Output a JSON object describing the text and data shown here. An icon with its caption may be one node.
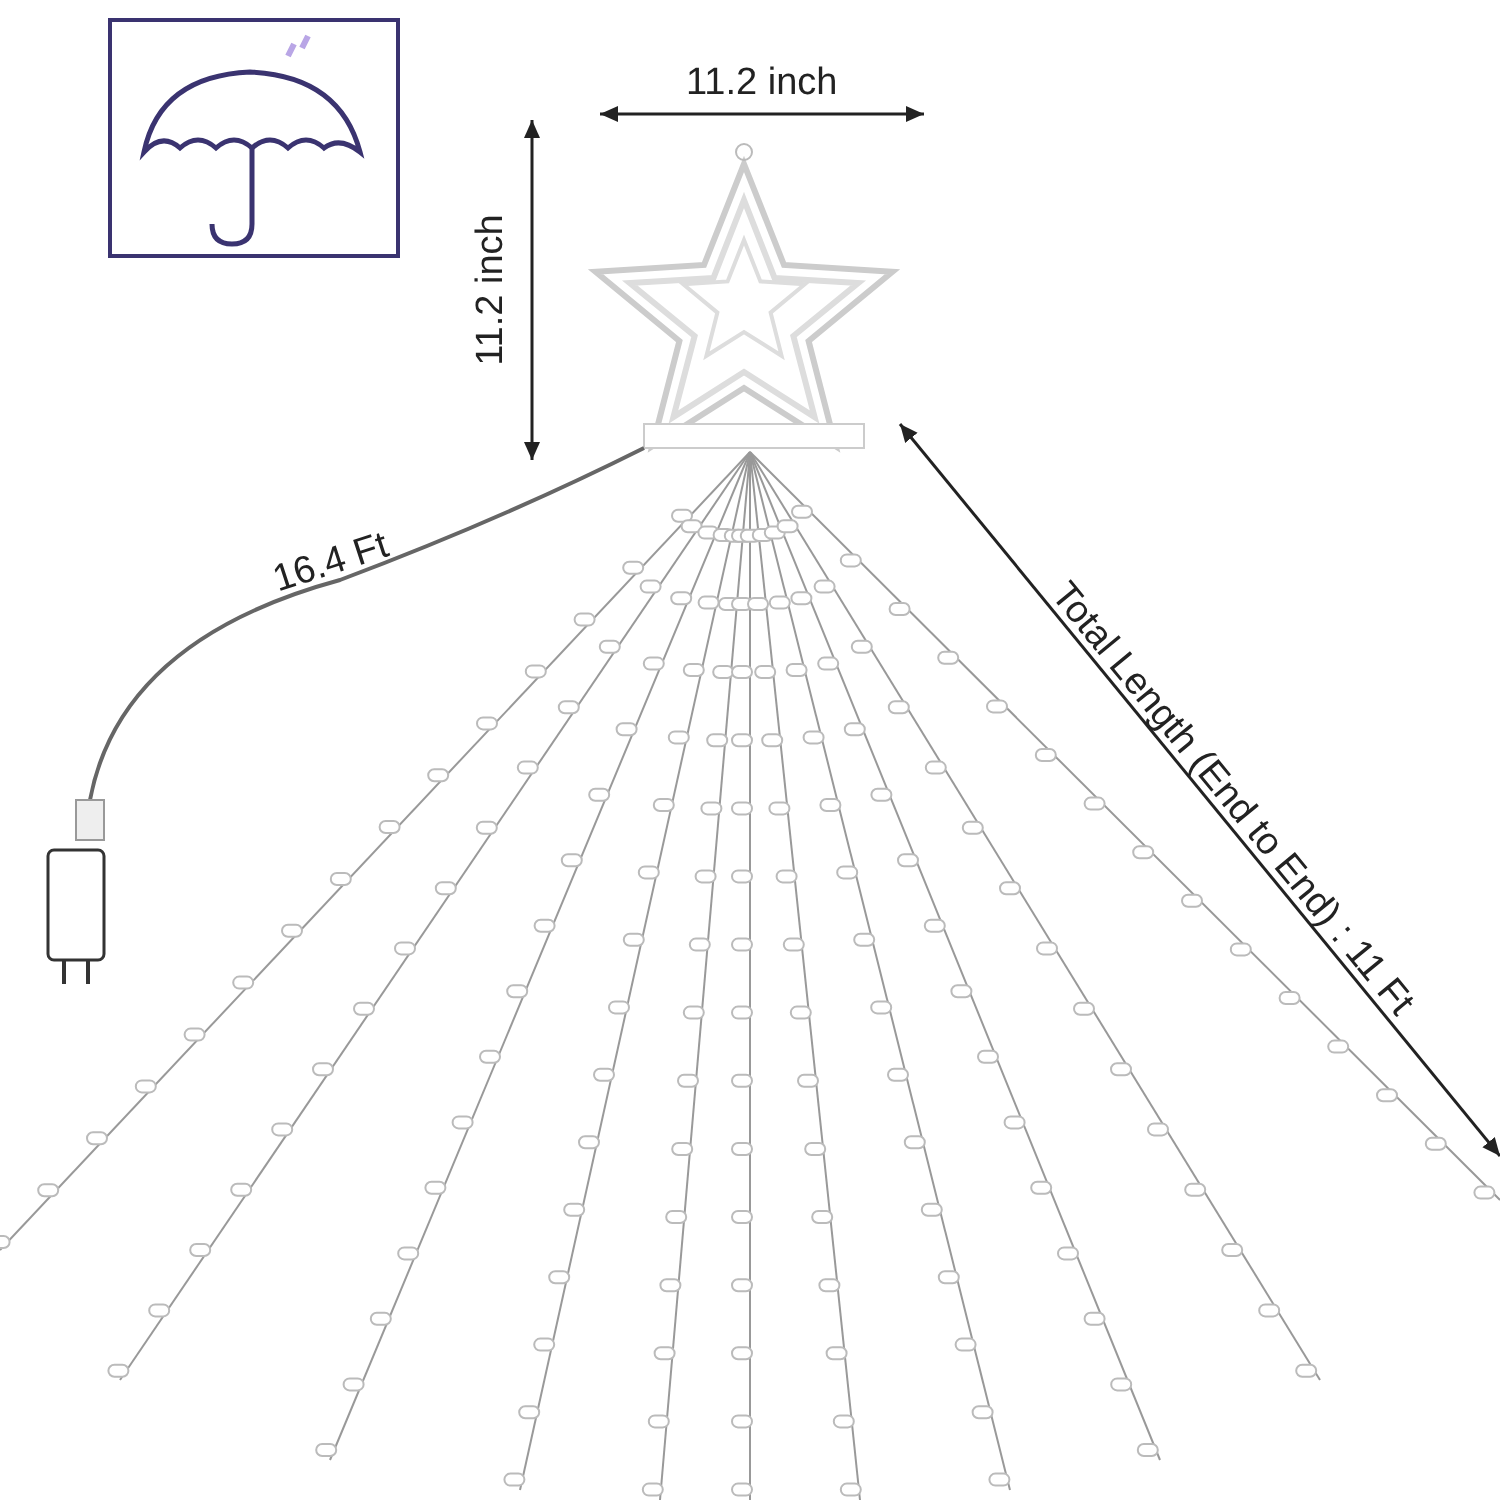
{
  "diagram": {
    "labels": [
      "11.2 inch",
      "11.2 inch",
      "16.4 Ft",
      "Total Length (End to End) : 11 Ft"
    ]
  }
}
